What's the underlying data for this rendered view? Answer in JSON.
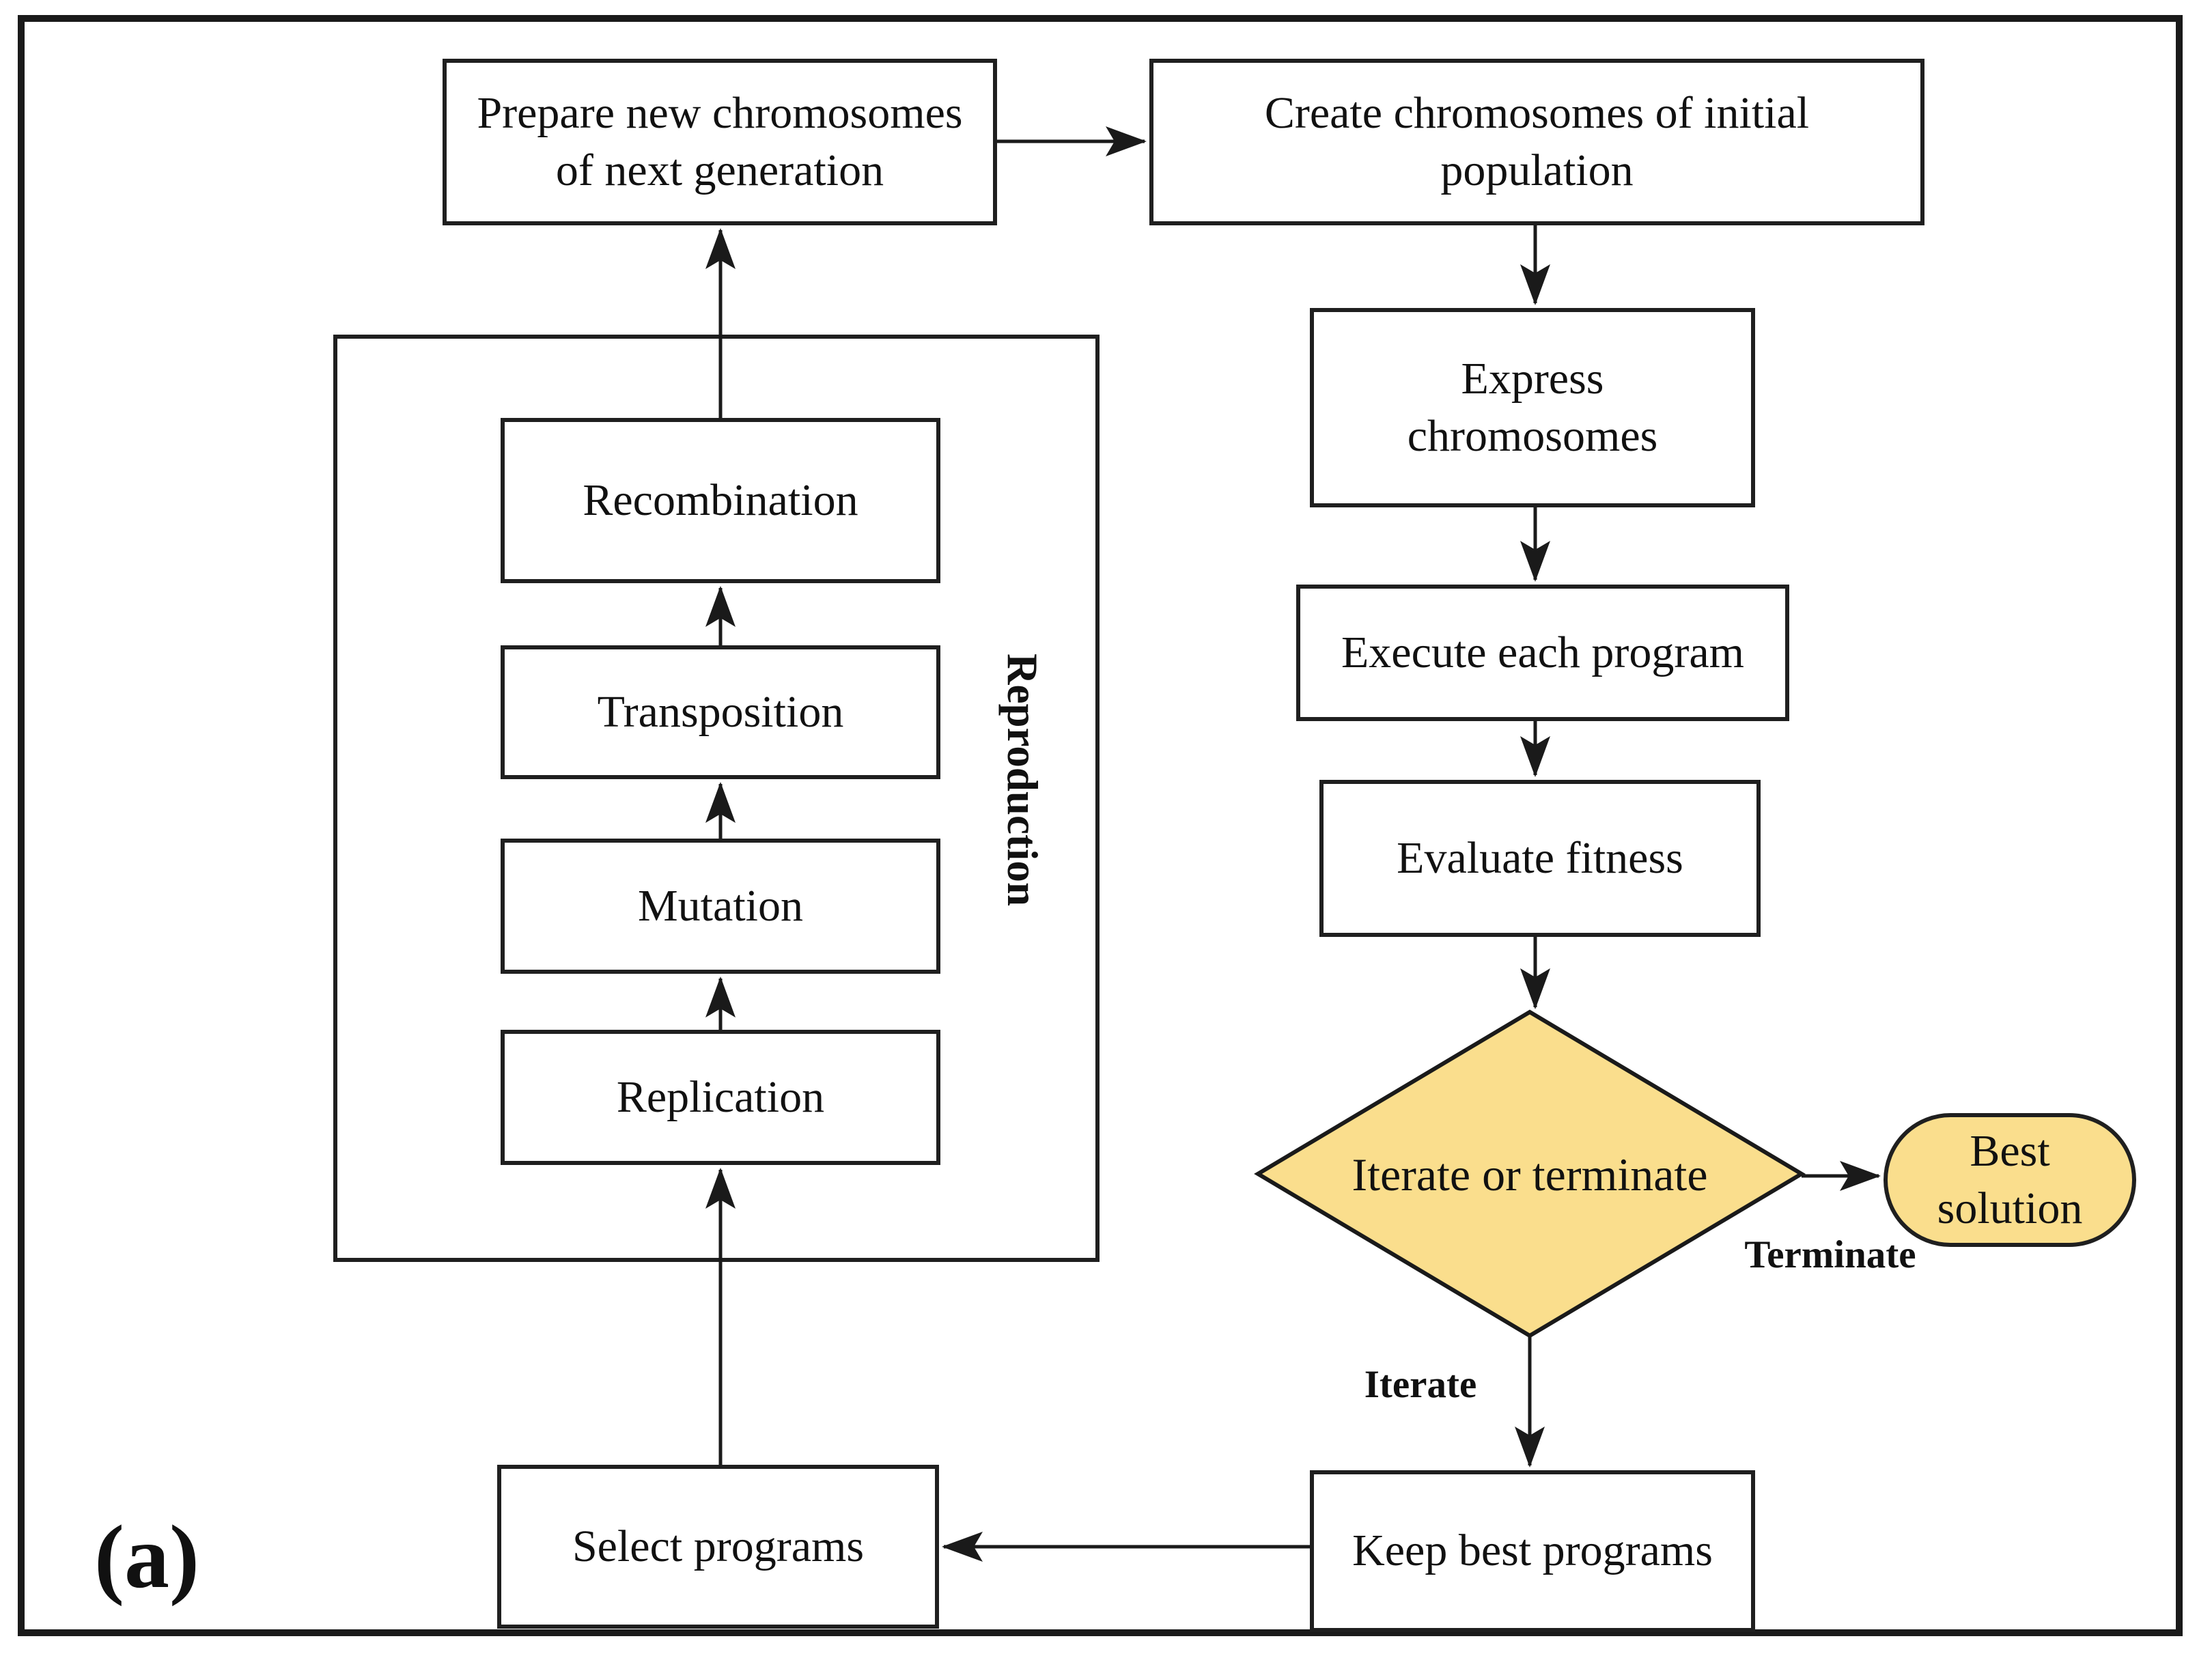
{
  "figure": {
    "panel_label": "(a)"
  },
  "colors": {
    "highlight": "#FADE8D",
    "line": "#1A1A1A"
  },
  "nodes": {
    "prepare": "Prepare new chromosomes\nof next generation",
    "create": "Create chromosomes of initial\npopulation",
    "express": "Express\nchromosomes",
    "execute": "Execute each program",
    "evaluate": "Evaluate fitness",
    "decision": "Iterate or terminate",
    "best_solution": "Best\nsolution",
    "keep_best": "Keep best programs",
    "select_programs": "Select programs",
    "replication": "Replication",
    "mutation": "Mutation",
    "transposition": "Transposition",
    "recombination": "Recombination"
  },
  "group": {
    "label": "Reproduction"
  },
  "edge_labels": {
    "terminate": "Terminate",
    "iterate": "Iterate"
  }
}
